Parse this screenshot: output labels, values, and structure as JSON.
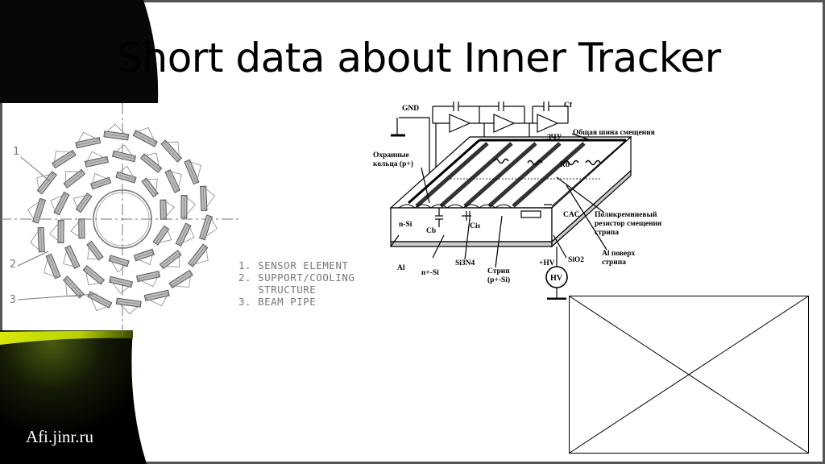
{
  "slide": {
    "title": "Short data about Inner Tracker",
    "site": "Afi.jinr.ru"
  },
  "figure_left": {
    "labels": [
      "1",
      "2",
      "3"
    ],
    "legend": [
      "1. SENSOR ELEMENT",
      "2. SUPPORT/COOLING",
      "   STRUCTURE",
      "3. BEAM PIPE"
    ]
  },
  "figure_detector": {
    "gnd": "GND",
    "cf": "Cf",
    "zchu": "ЗЧУ",
    "bus": "Общая шина смещения",
    "guard_rings": "Охранные\nкольца (p+)",
    "rb": "Rb",
    "nsi": "n-Si",
    "cb": "Cb",
    "cis": "Cis",
    "cac": "CAC",
    "poly": "Поликремниевый\nрезистор смещения\nстрипа",
    "al": "Al",
    "npsi": "n+-Si",
    "si3n4": "Si3N4",
    "strip": "Стрип\n(p+-Si)",
    "sio2": "SiO2",
    "al_strip": "Al поверх\nстрипа",
    "hv_plus": "+HV",
    "hv": "HV"
  },
  "colors": {
    "accent_yellow": "#d8e80a",
    "dark_panel": "#0a0a0a"
  }
}
